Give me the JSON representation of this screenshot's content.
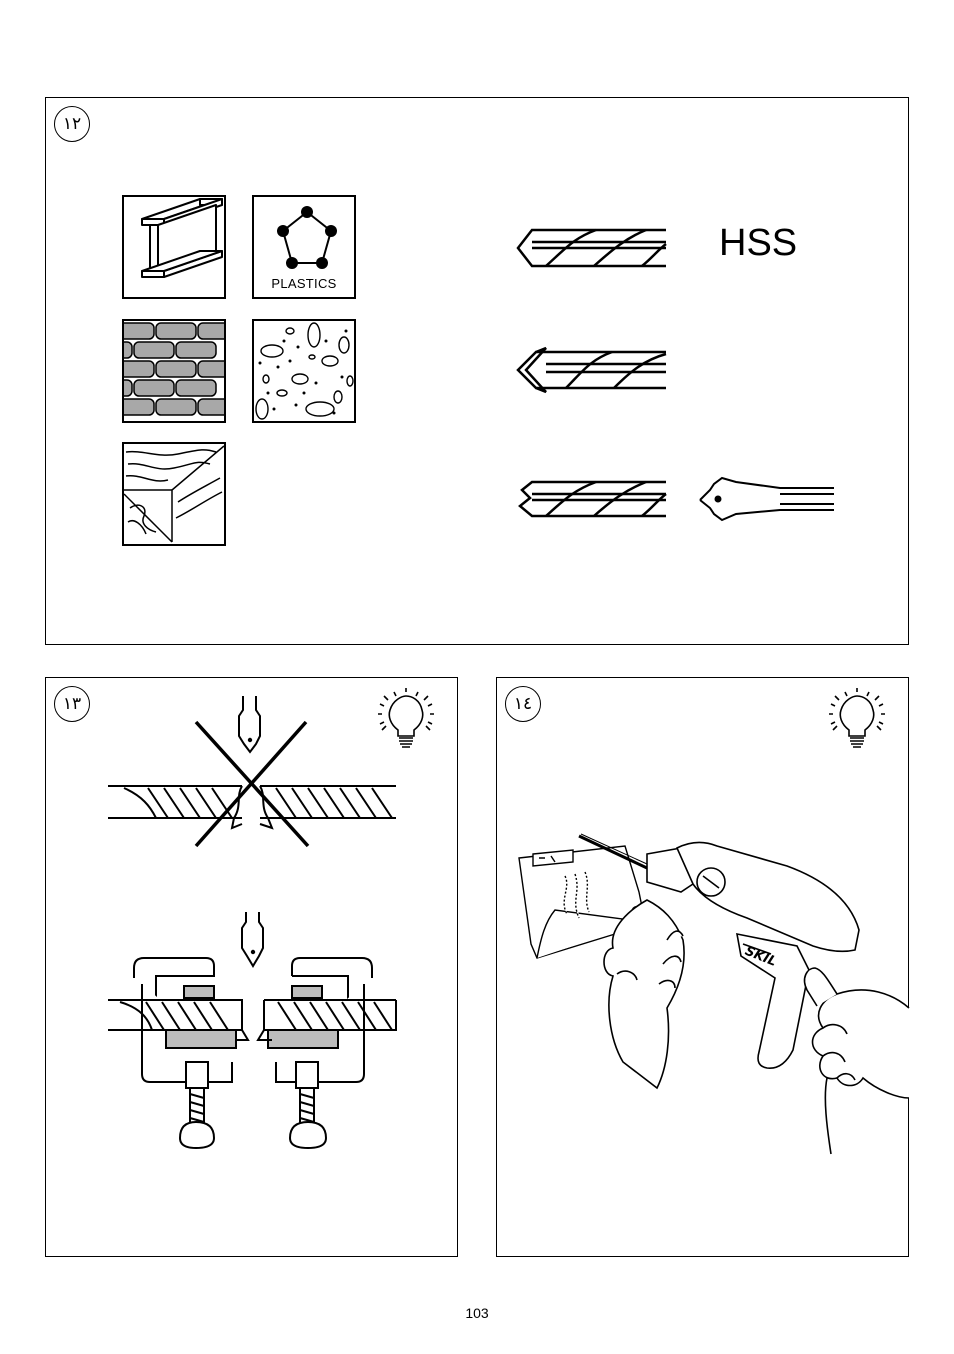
{
  "page": {
    "number": "103"
  },
  "panels": [
    {
      "id": "12",
      "number_label": "١٢"
    },
    {
      "id": "13",
      "number_label": "١٣"
    },
    {
      "id": "14",
      "number_label": "١٤"
    }
  ],
  "materials": {
    "plastics_label": "PLASTICS"
  },
  "drill_bits": {
    "hss_label": "HSS"
  },
  "icons": [
    "steel-icon",
    "plastics-icon",
    "brick-icon",
    "concrete-icon",
    "wood-icon",
    "hss-drill-bit-icon",
    "masonry-drill-bit-icon",
    "wood-drill-bit-icon",
    "spade-bit-icon",
    "lightbulb-icon"
  ],
  "colors": {
    "ink": "#000000",
    "brick_gray": "#a8a8a8",
    "clamp_gray": "#bdbdbd"
  }
}
